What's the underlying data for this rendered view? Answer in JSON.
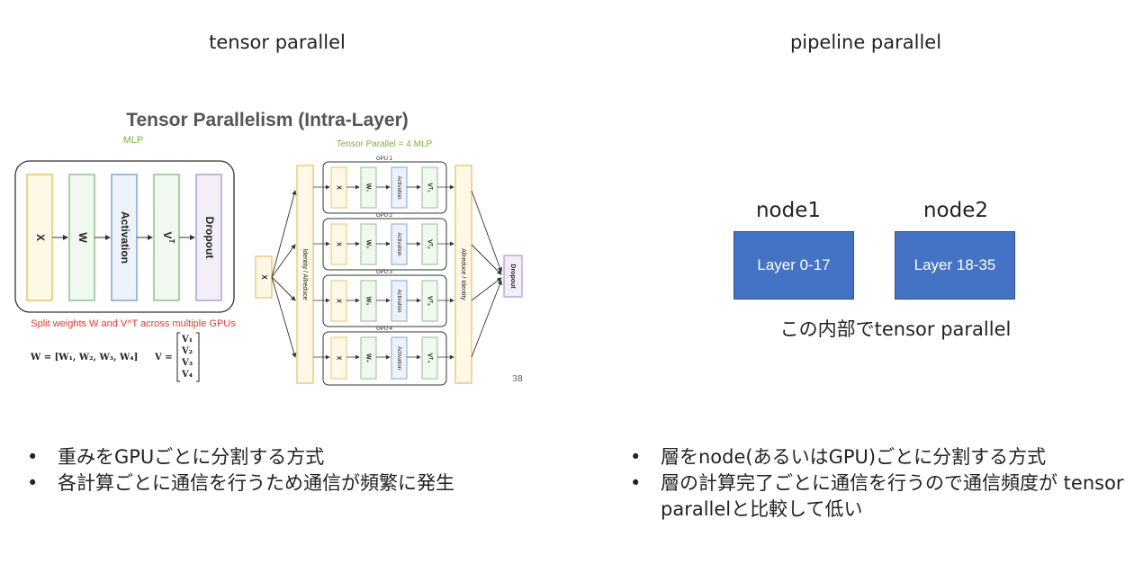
{
  "left": {
    "heading": "tensor parallel",
    "bullets": [
      "重みをGPUごとに分割する方式",
      "各計算ごとに通信を行うため通信が頻繁に発生"
    ]
  },
  "right": {
    "heading": "pipeline parallel",
    "nodes": [
      {
        "label": "node1",
        "layer": "Layer 0-17"
      },
      {
        "label": "node2",
        "layer": "Layer 18-35"
      }
    ],
    "note": "この内部でtensor parallel",
    "bullets": [
      "層をnode(あるいはGPU)ごとに分割する方式",
      "層の計算完了ごとに通信を行うので通信頻度が tensor parallelと比較して低い"
    ]
  },
  "figure": {
    "title": "Tensor Parallelism (Intra-Layer)",
    "mlp_label": "MLP",
    "tp_label": "Tensor Parallel = 4 MLP",
    "mlp_blocks": [
      "X",
      "W",
      "Activation",
      "V",
      "Dropout"
    ],
    "vt_sup": "T",
    "split_note": "Split weights W and V^T across multiple GPUs",
    "w_eq": "W = [W₁, W₂, W₃, W₄]",
    "v_eq_lhs": "V =",
    "v_entries": [
      "V₁",
      "V₂",
      "V₃",
      "V₄"
    ],
    "input_x": "X",
    "identity_label": "Identity / Allreduce",
    "allreduce_label": "Allreduce / Identity",
    "dropout_label": "Dropout",
    "gpus": [
      {
        "name": "GPU 1",
        "w": "W₁",
        "v": "Vᵀ₁"
      },
      {
        "name": "GPU 2",
        "w": "W₂",
        "v": "Vᵀ₂"
      },
      {
        "name": "GPU 3",
        "w": "W₃",
        "v": "Vᵀ₃"
      },
      {
        "name": "GPU 4",
        "w": "W₄",
        "v": "Vᵀ₄"
      }
    ],
    "gpu_x": "X",
    "gpu_activation": "Activation",
    "page_number": "38"
  },
  "colors": {
    "node_fill": "#4472c4",
    "mlp_green": "#7cb342",
    "split_red": "#e53935",
    "block_yellow": "#e8c36a",
    "block_green": "#8bc48a",
    "block_blue": "#7ea6d8",
    "block_purple": "#b39ddb"
  }
}
